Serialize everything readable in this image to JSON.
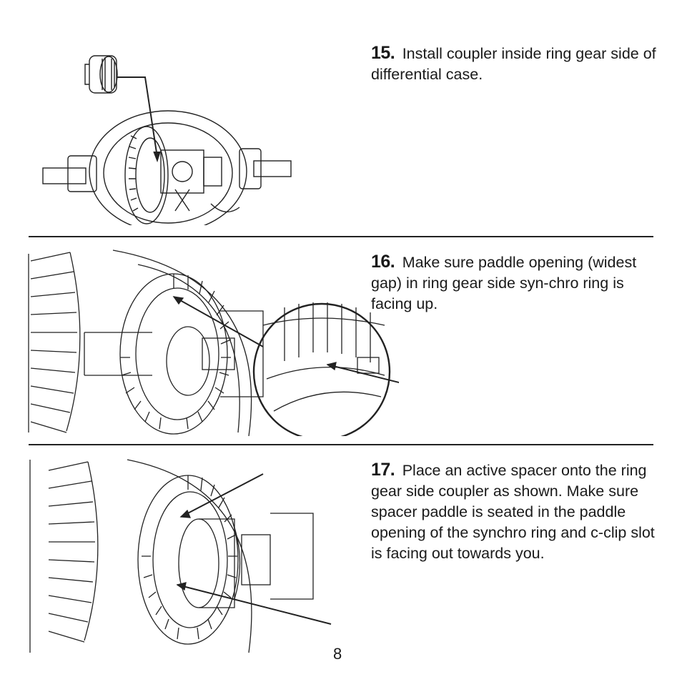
{
  "steps": [
    {
      "number": "15.",
      "text": "Install coupler inside ring gear side of differential case."
    },
    {
      "number": "16.",
      "text": "Make sure paddle opening (widest gap) in ring gear side syn-chro ring is facing up."
    },
    {
      "number": "17.",
      "text": "Place an active spacer onto the ring gear side coupler as shown. Make sure spacer paddle is seated in the paddle opening of the synchro ring and c-clip slot is facing out towards you."
    }
  ],
  "page_number": "8"
}
